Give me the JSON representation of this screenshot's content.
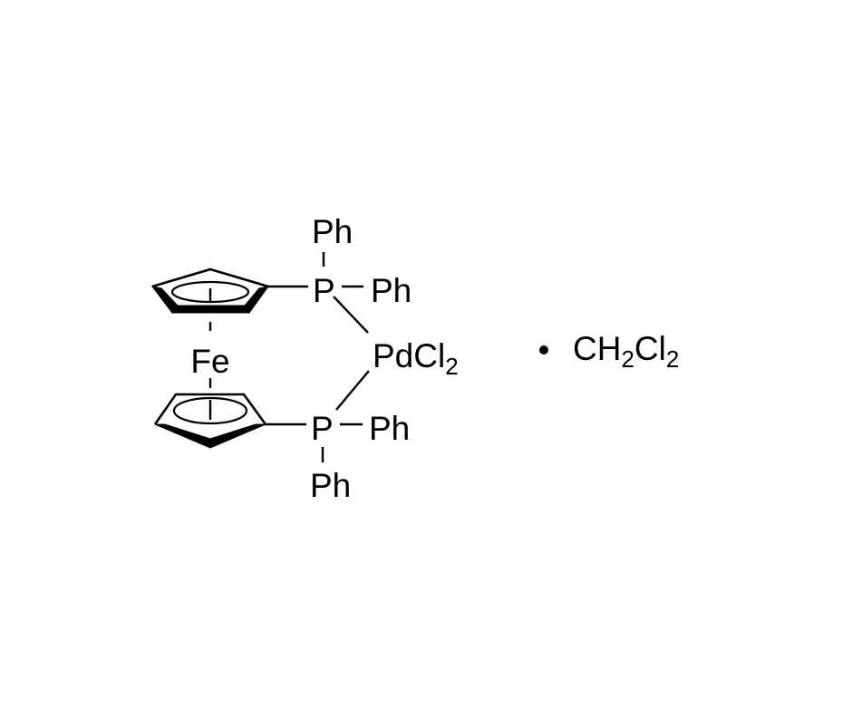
{
  "diagram": {
    "type": "chemical-structure",
    "compound": "[1,1'-Bis(diphenylphosphino)ferrocene]dichloropalladium(II) dichloromethane adduct",
    "labels": {
      "iron": "Fe",
      "phosphorus_top": "P",
      "phosphorus_bottom": "P",
      "palladium_main": "PdCl",
      "palladium_sub": "2",
      "ph_top_up": "Ph",
      "ph_top_right": "Ph",
      "ph_bottom_right": "Ph",
      "ph_bottom_down": "Ph",
      "solvate_dot": "•",
      "solvent_c": "CH",
      "solvent_sub1": "2",
      "solvent_cl": "Cl",
      "solvent_sub2": "2"
    },
    "colors": {
      "ink": "#000000",
      "background": "#ffffff"
    }
  }
}
